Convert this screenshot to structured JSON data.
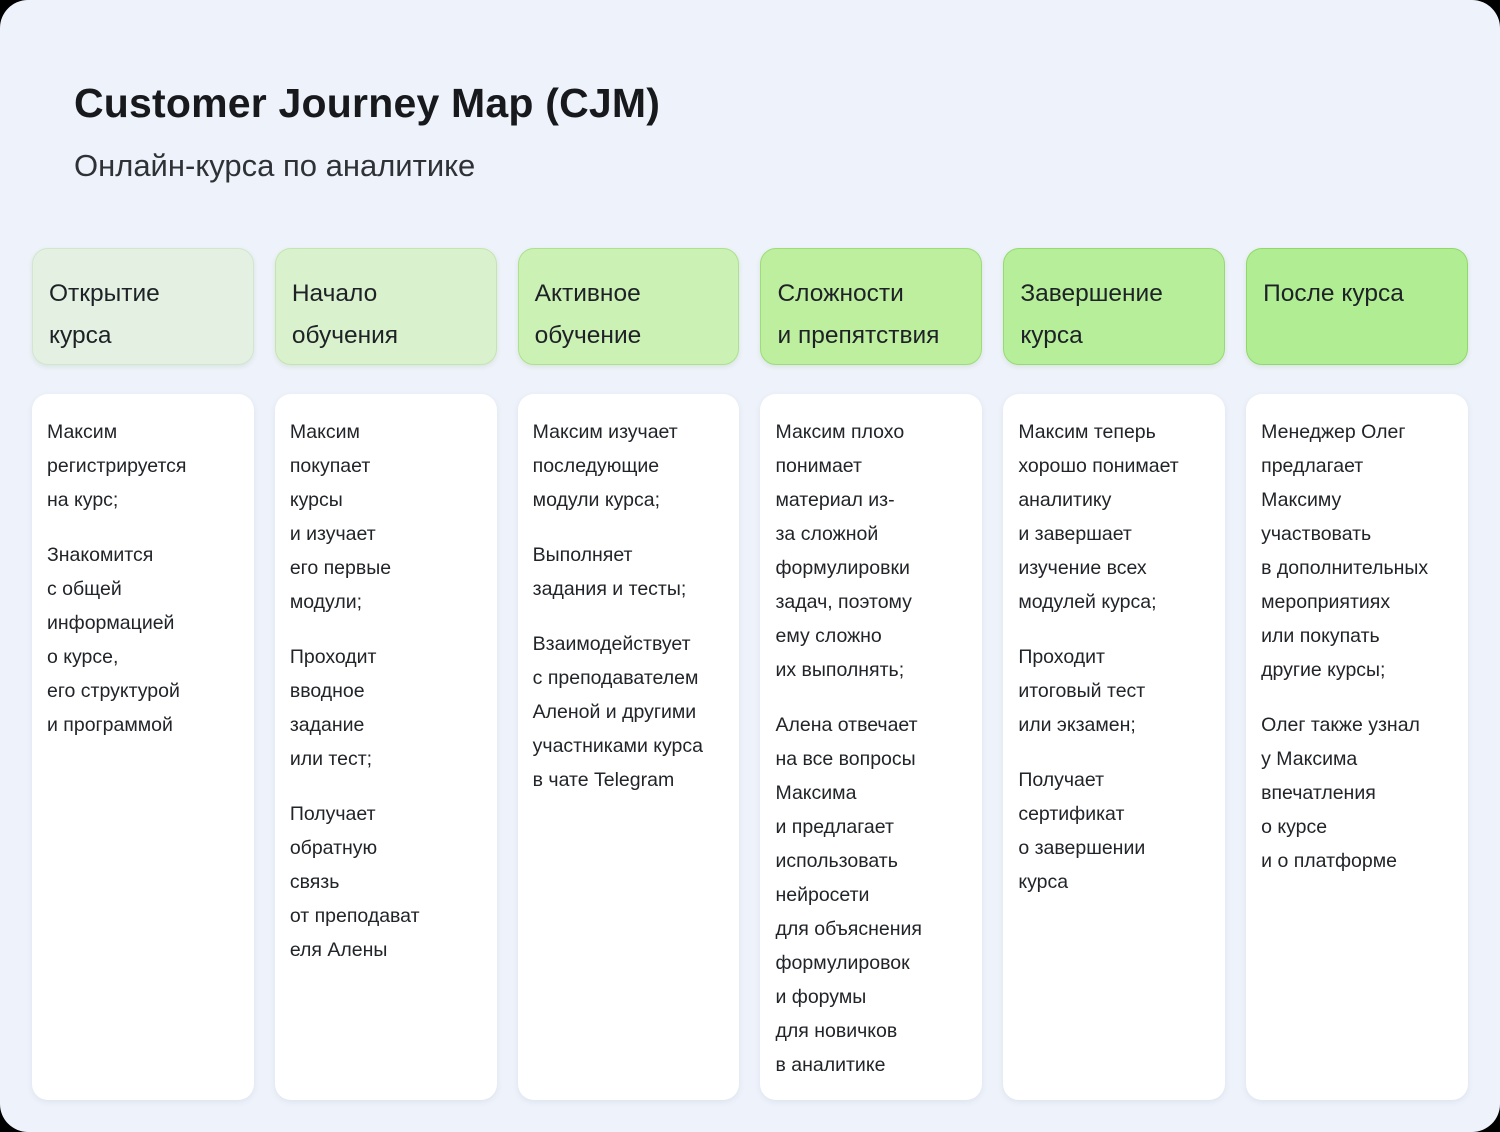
{
  "page": {
    "title": "Customer Journey Map (CJM)",
    "subtitle": "Онлайн-курса по аналитике"
  },
  "theme": {
    "panel_bg": "#eef2fa",
    "card_bg": "#ffffff",
    "outer_bg": "#000000",
    "text_color": "#212428"
  },
  "columns": [
    {
      "id": "course-discovery",
      "header": {
        "label": "Открытие\nкурса",
        "bg": "#e4f1e2",
        "border": "#d1e6cf"
      },
      "paragraphs": [
        "Максим\nрегистрируется\nна курс;",
        "Знакомится\nс общей\nинформацией\nо курсе,\nего структурой\nи программой"
      ]
    },
    {
      "id": "learning-start",
      "header": {
        "label": "Начало\nобучения",
        "bg": "#daf1cd",
        "border": "#c3e6ae"
      },
      "paragraphs": [
        "Максим\nпокупает\nкурсы\nи изучает\nего первые\nмодули;",
        "Проходит\nвводное\nзадание\nили тест;",
        "Получает\nобратную\nсвязь\nот преподават\nеля Алены"
      ]
    },
    {
      "id": "active-learning",
      "header": {
        "label": "Активное\nобучение",
        "bg": "#cbf1b4",
        "border": "#ace28c"
      },
      "paragraphs": [
        "Максим изучает\nпоследующие\nмодули курса;",
        "Выполняет\nзадания и тесты;",
        "Взаимодействует\nс преподавателем\nАленой и другими\nучастниками курса\nв чате Telegram"
      ]
    },
    {
      "id": "difficulties",
      "header": {
        "label": "Сложности\nи препятствия",
        "bg": "#bdef9f",
        "border": "#9cdd77"
      },
      "paragraphs": [
        "Максим плохо\nпонимает\nматериал из-\nза сложной\nформулировки\nзадач, поэтому\nему сложно\nих выполнять;",
        "Алена отвечает\nна все вопросы\nМаксима\nи предлагает\nиспользовать\nнейросети\nдля объяснения\nформулировок\nи форумы\nдля новичков\nв аналитике"
      ]
    },
    {
      "id": "course-completion",
      "header": {
        "label": "Завершение\nкурса",
        "bg": "#b6ee9a",
        "border": "#96db72"
      },
      "paragraphs": [
        "Максим теперь\nхорошо понимает\nаналитику\nи завершает\nизучение всех\nмодулей курса;",
        "Проходит\nитоговый тест\nили экзамен;",
        "Получает\nсертификат\nо завершении\nкурса"
      ]
    },
    {
      "id": "after-course",
      "header": {
        "label": "После курса",
        "bg": "#b0ed93",
        "border": "#8fd96b"
      },
      "paragraphs": [
        "Менеджер Олег\nпредлагает\nМаксиму\nучаствовать\nв дополнительных\nмероприятиях\nили покупать\nдругие курсы;",
        "Олег также узнал\nу Максима\nвпечатления\nо курсе\nи о платформе"
      ]
    }
  ]
}
